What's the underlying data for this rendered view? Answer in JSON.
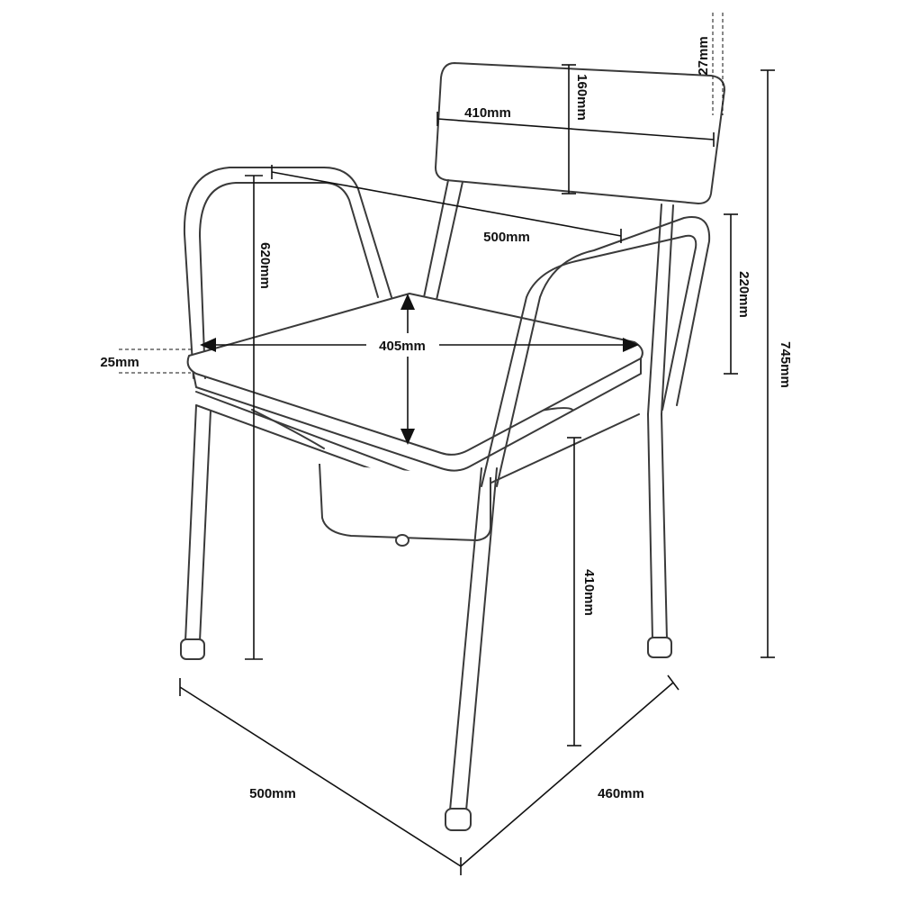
{
  "dimensions": {
    "backrest_top_offset": "27mm",
    "backrest_height": "160mm",
    "backrest_width": "410mm",
    "armrest_depth": "500mm",
    "arm_height_above_seat": "220mm",
    "overall_height": "745mm",
    "seat_height_overall": "620mm",
    "seat_width": "405mm",
    "seat_thickness": "25mm",
    "seat_height_floor": "410mm",
    "base_width": "500mm",
    "base_depth": "460mm"
  },
  "colors": {
    "line": "#3a3a3a",
    "dimension": "#111111"
  }
}
